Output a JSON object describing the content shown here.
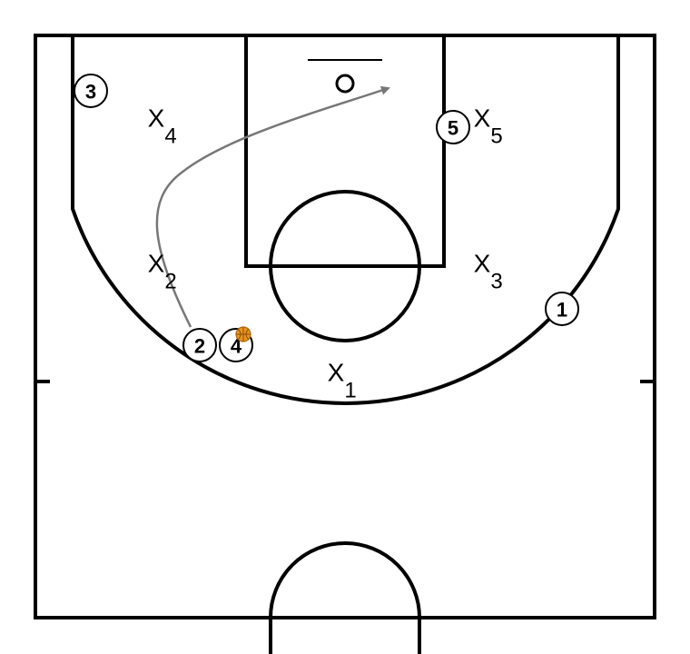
{
  "colors": {
    "court_lines": "#000000",
    "cut_path": "#777777",
    "ball": "#e8951f"
  },
  "offense": [
    {
      "id": "o1",
      "label": "1"
    },
    {
      "id": "o2",
      "label": "2"
    },
    {
      "id": "o3",
      "label": "3"
    },
    {
      "id": "o4",
      "label": "4"
    },
    {
      "id": "o5",
      "label": "5"
    }
  ],
  "defense": [
    {
      "id": "x1",
      "mark": "X",
      "sub": "1"
    },
    {
      "id": "x2",
      "mark": "X",
      "sub": "2"
    },
    {
      "id": "x3",
      "mark": "X",
      "sub": "3"
    },
    {
      "id": "x4",
      "mark": "X",
      "sub": "4"
    },
    {
      "id": "x5",
      "mark": "X",
      "sub": "5"
    }
  ],
  "ball_holder": "4",
  "cut": {
    "player": "2",
    "icon": "arrow-icon"
  }
}
